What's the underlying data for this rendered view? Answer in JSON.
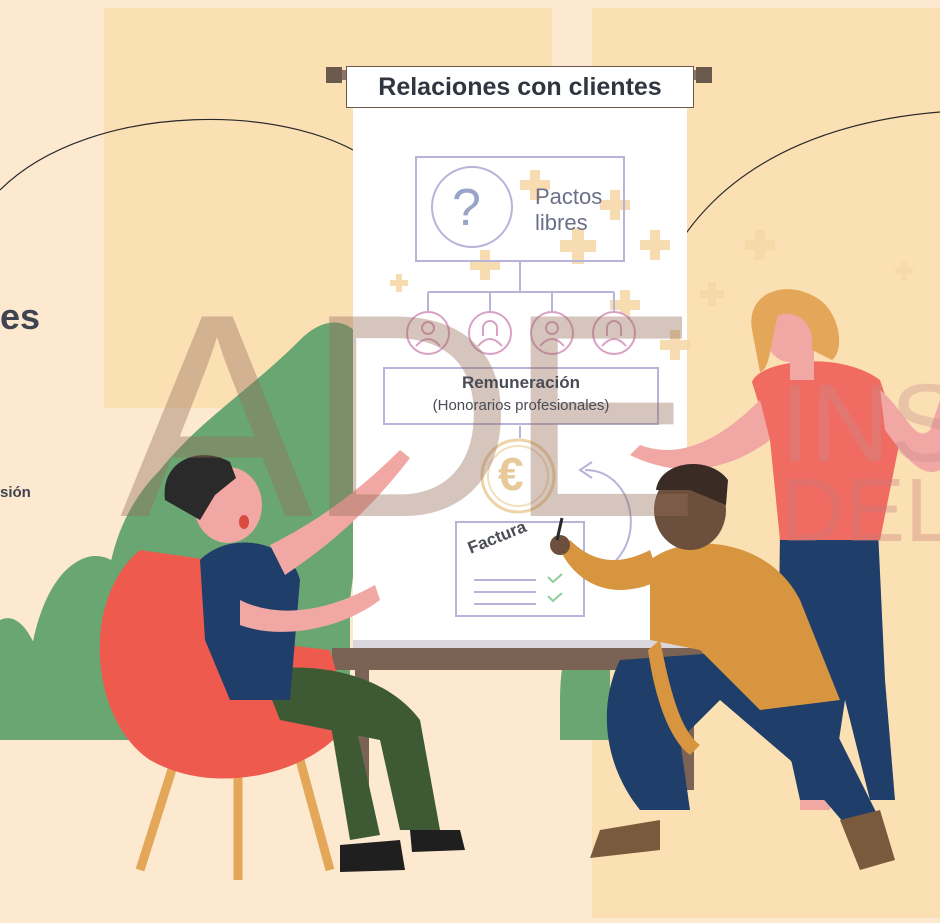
{
  "banner": {
    "title": "Relaciones con clientes"
  },
  "diagram": {
    "top_label_line1": "Pactos",
    "top_label_line2": "libres",
    "question_mark": "?",
    "remuneration_title": "Remuneración",
    "remuneration_subtitle": "(Honorarios profesionales)",
    "euro_symbol": "€",
    "invoice_label": "Factura"
  },
  "cut_text": {
    "line1": "es",
    "line2": "sión"
  },
  "watermark": {
    "left": "ADE",
    "right_top": "INST",
    "right_bottom": "DEL"
  },
  "colors": {
    "background": "#fce9cf",
    "panel": "#fbe0b4",
    "chair": "#ef5a4e",
    "plant": "#6aa672",
    "woman_shirt": "#f06c63",
    "kneeling_shirt": "#d8953f",
    "trousers_blue": "#1f3e6a",
    "diagram_stroke": "#b7b3d9"
  }
}
